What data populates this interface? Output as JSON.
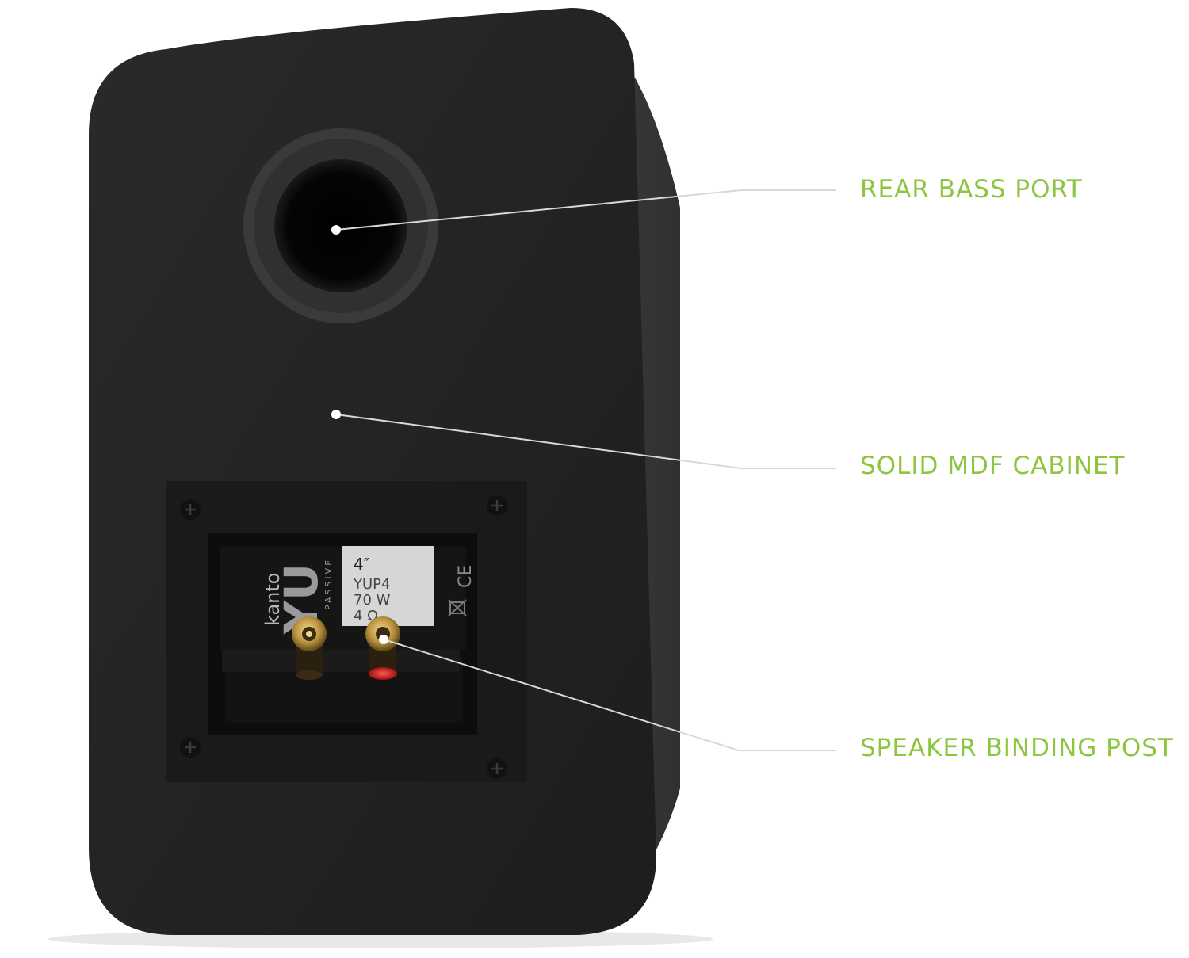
{
  "callouts": {
    "bass_port": "REAR BASS PORT",
    "cabinet": "SOLID MDF CABINET",
    "binding_post": "SPEAKER BINDING POST"
  },
  "spec_plate": {
    "brand": "kanto",
    "model_logo": "YU",
    "series": "PASSIVE",
    "size": "4″",
    "model": "YUP4",
    "power": "70 W",
    "impedance": "4 Ω",
    "ce_mark": "CE"
  },
  "colors": {
    "accent": "#8cc63f",
    "cabinet": "#222222",
    "leader_line": "#d8d8d8"
  }
}
